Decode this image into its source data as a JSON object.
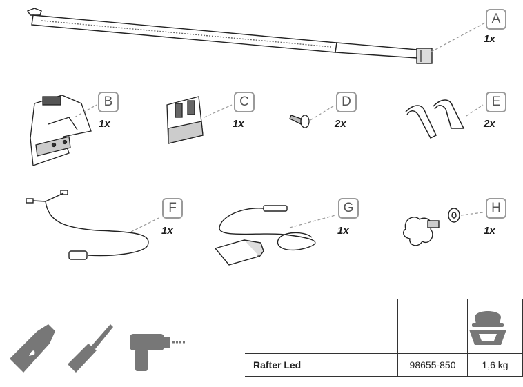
{
  "parts": [
    {
      "letter": "A",
      "qty": "1x",
      "icon": "rafter-bar-icon"
    },
    {
      "letter": "B",
      "qty": "1x",
      "icon": "end-bracket-icon"
    },
    {
      "letter": "C",
      "qty": "1x",
      "icon": "mount-bracket-icon"
    },
    {
      "letter": "D",
      "qty": "2x",
      "icon": "screw-icon"
    },
    {
      "letter": "E",
      "qty": "2x",
      "icon": "clip-icon"
    },
    {
      "letter": "F",
      "qty": "1x",
      "icon": "led-cable-icon"
    },
    {
      "letter": "G",
      "qty": "1x",
      "icon": "car-plug-cable-icon"
    },
    {
      "letter": "H",
      "qty": "1x",
      "icon": "knob-washer-icon"
    }
  ],
  "tools": [
    "glue-tube-icon",
    "screwdriver-icon",
    "power-drill-icon"
  ],
  "spec": {
    "product_name": "Rafter Led",
    "part_number": "98655-850",
    "weight": "1,6 kg",
    "weight_icon": "weight-scale-icon"
  }
}
